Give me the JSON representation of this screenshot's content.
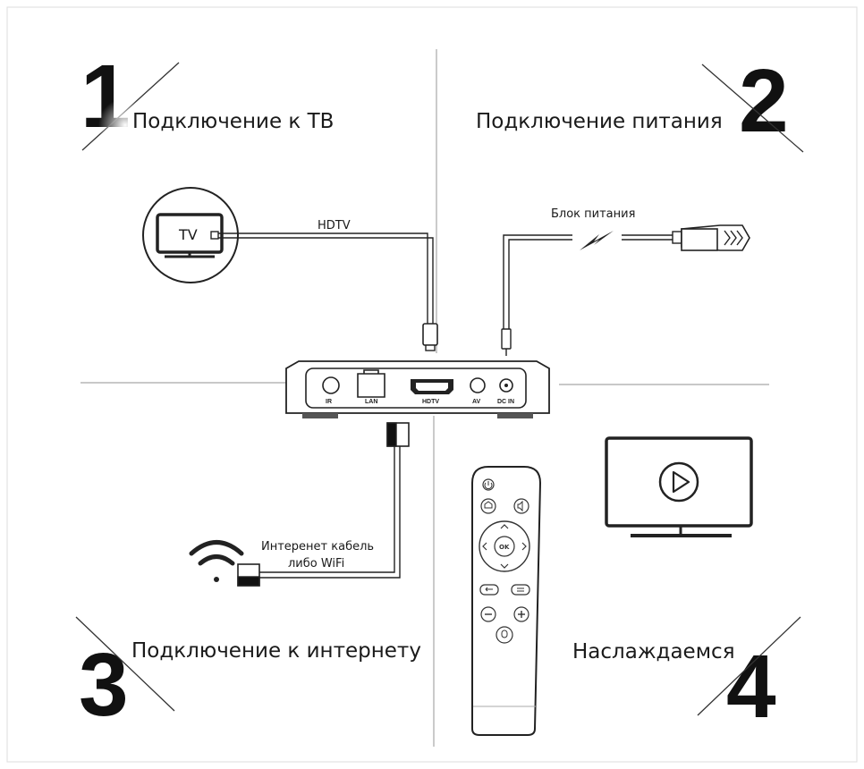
{
  "steps": [
    {
      "number": "1",
      "title": "Подключение к ТВ"
    },
    {
      "number": "2",
      "title": "Подключение питания"
    },
    {
      "number": "3",
      "title": "Подключение к интернету"
    },
    {
      "number": "4",
      "title": "Наслаждаемся"
    }
  ],
  "tv_icon": {
    "label": "TV",
    "icon": "tv-icon"
  },
  "cables": {
    "hdtv": "HDTV",
    "power": "Блок питания",
    "internet_line1": "Интеренет кабель",
    "internet_line2": "либо WiFi"
  },
  "box_ports": [
    "IR",
    "LAN",
    "HDTV",
    "AV",
    "DC IN"
  ],
  "remote": {
    "ok": "OK"
  },
  "colors": {
    "stroke": "#222222",
    "divider": "#9a9a9a",
    "text": "#1a1a1a"
  }
}
